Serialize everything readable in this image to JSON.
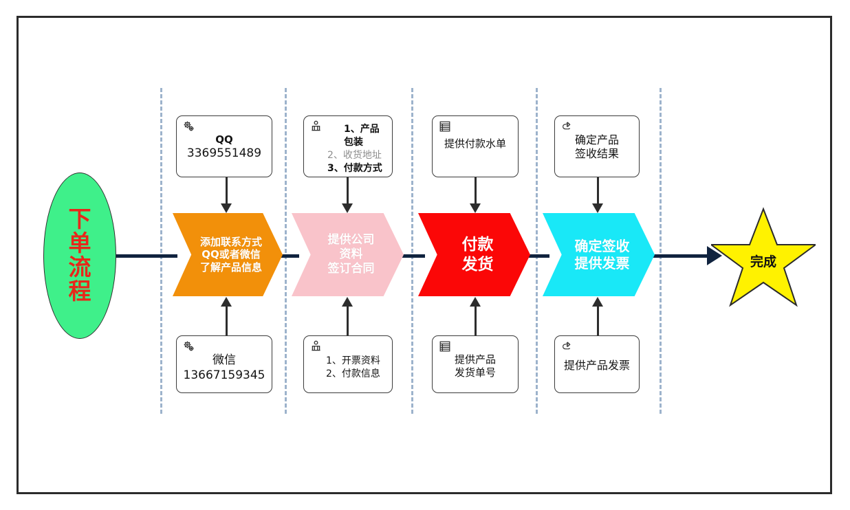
{
  "diagram": {
    "title": "下单流程",
    "start_node": {
      "label": "下单流程",
      "shape": "ellipse",
      "fill": "#3FF08A",
      "text_color": "#E8271A"
    },
    "end_node": {
      "label": "完成",
      "shape": "star",
      "fill": "#FFF200",
      "text_color": "#111111"
    },
    "stages": [
      {
        "id": "stage-1",
        "chevron": {
          "lines": [
            "添加联系方式",
            "QQ或者微信",
            "了解产品信息"
          ],
          "fill": "#F2900A",
          "text_color": "#FFFFFF"
        },
        "top_note": {
          "icon": "gears-icon",
          "lines": [
            "QQ",
            "3369551489"
          ],
          "styles": [
            "strong",
            "plain"
          ]
        },
        "bottom_note": {
          "icon": "gears-icon",
          "lines": [
            "微信",
            "13667159345"
          ],
          "styles": [
            "plain",
            "plain"
          ]
        }
      },
      {
        "id": "stage-2",
        "chevron": {
          "lines": [
            "提供公司",
            "资料",
            "签订合同"
          ],
          "fill": "#F9C3CA",
          "text_color": "#FFFFFF"
        },
        "top_note": {
          "icon": "person-podium-icon",
          "lines": [
            "1、产品包装",
            "2、收货地址",
            "3、付款方式"
          ],
          "styles": [
            "strong",
            "mute",
            "strong"
          ]
        },
        "bottom_note": {
          "icon": "person-podium-icon",
          "lines": [
            "1、开票资料",
            "2、付款信息"
          ],
          "styles": [
            "plain",
            "plain"
          ]
        }
      },
      {
        "id": "stage-3",
        "chevron": {
          "lines": [
            "付款",
            "发货"
          ],
          "fill": "#FB0707",
          "text_color": "#FFFFFF"
        },
        "top_note": {
          "icon": "document-list-icon",
          "lines": [
            "提供付款水单"
          ],
          "styles": [
            "plain"
          ]
        },
        "bottom_note": {
          "icon": "document-list-icon",
          "lines": [
            "提供产品",
            "发货单号"
          ],
          "styles": [
            "plain",
            "plain"
          ]
        }
      },
      {
        "id": "stage-4",
        "chevron": {
          "lines": [
            "确定签收",
            "提供发票"
          ],
          "fill": "#19E8F7",
          "text_color": "#FFFFFF"
        },
        "top_note": {
          "icon": "pointing-hand-icon",
          "lines": [
            "确定产品",
            "签收结果"
          ],
          "styles": [
            "plain",
            "plain"
          ]
        },
        "bottom_note": {
          "icon": "pointing-hand-icon",
          "lines": [
            "提供产品发票"
          ],
          "styles": [
            "plain"
          ]
        }
      }
    ],
    "colors": {
      "spine": "#10233F",
      "connector": "#2D2D2D",
      "lane_divider": "#9DB3CC",
      "frame": "#2B2B2B",
      "background": "#FFFFFF"
    }
  }
}
